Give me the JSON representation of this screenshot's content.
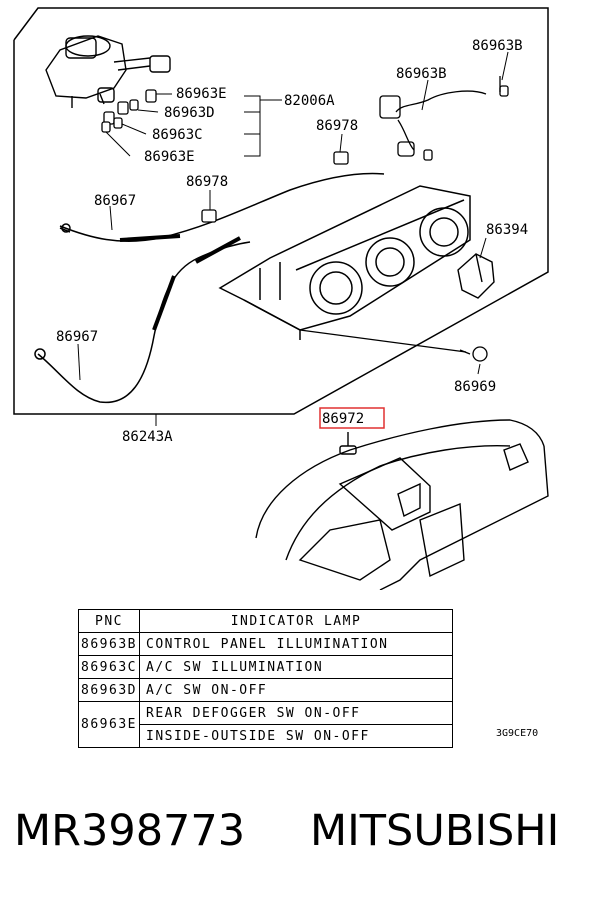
{
  "callouts": {
    "c86963B_top": "86963B",
    "c86963B_mid": "86963B",
    "c86963E_1": "86963E",
    "c86963D": "86963D",
    "c86963C": "86963C",
    "c86963E_2": "86963E",
    "c82006A": "82006A",
    "c86978_right": "86978",
    "c86978_left": "86978",
    "c86967_top": "86967",
    "c86967_bottom": "86967",
    "c86394": "86394",
    "c86969": "86969",
    "c86243A": "86243A",
    "c86972": "86972"
  },
  "highlight_color": "#e03030",
  "table": {
    "headers": [
      "PNC",
      "INDICATOR LAMP"
    ],
    "rows": [
      {
        "pnc": "86963B",
        "lamps": [
          "CONTROL PANEL ILLUMINATION"
        ]
      },
      {
        "pnc": "86963C",
        "lamps": [
          "A/C SW ILLUMINATION"
        ]
      },
      {
        "pnc": "86963D",
        "lamps": [
          "A/C SW ON-OFF"
        ]
      },
      {
        "pnc": "86963E",
        "lamps": [
          "REAR DEFOGGER SW ON-OFF",
          "INSIDE-OUTSIDE SW ON-OFF"
        ]
      }
    ]
  },
  "diagram_code": "3G9CE70",
  "footer": {
    "part_number": "MR398773",
    "brand": "MITSUBISHI"
  }
}
